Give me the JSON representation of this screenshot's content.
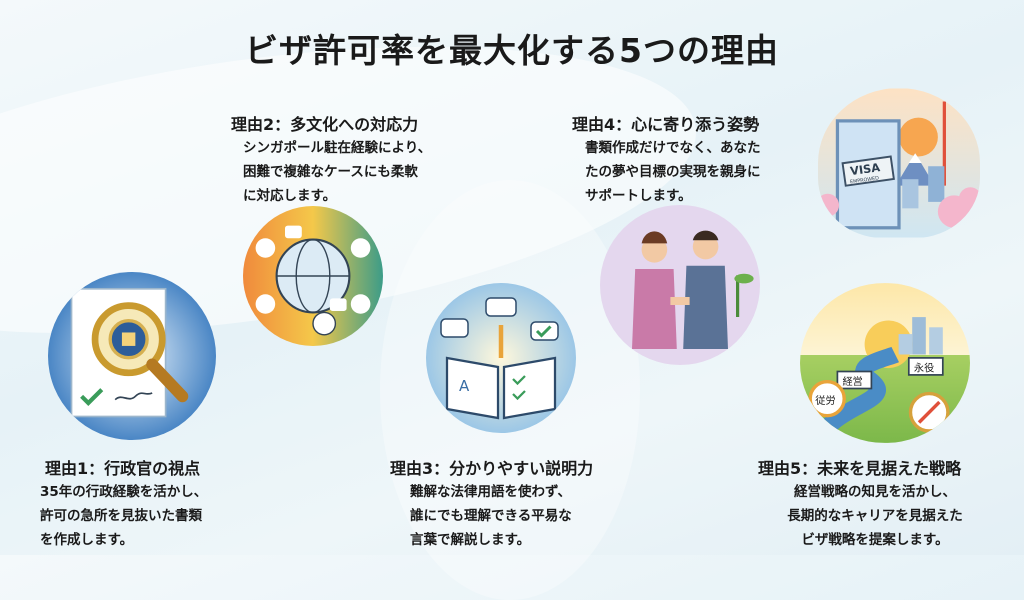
{
  "title": "ビザ許可率を最大化する5つの理由",
  "reasons": [
    {
      "heading": "理由1：行政官の視点",
      "body": [
        "35年の行政経験を活かし、",
        "許可の急所を見抜いた書類",
        "を作成します。"
      ]
    },
    {
      "heading": "理由2：多文化への対応力",
      "body": [
        "シンガポール駐在経験により、",
        "困難で複雑なケースにも柔軟",
        "に対応します。"
      ]
    },
    {
      "heading": "理由3：分かりやすい説明力",
      "body": [
        "難解な法律用語を使わず、",
        "誰にでも理解できる平易な",
        "言葉で解説します。"
      ]
    },
    {
      "heading": "理由4：心に寄り添う姿勢",
      "body": [
        "書類作成だけでなく、あなた",
        "たの夢や目標の実現を親身に",
        "サポートします。"
      ]
    },
    {
      "heading": "理由5：未来を見据えた戦略",
      "body": [
        "経営戦略の知見を活かし、",
        "長期的なキャリアを見据えた",
        "ビザ戦略を提案します。"
      ]
    }
  ],
  "illustrations": {
    "visa_sign": [
      "VISA",
      "EMPROWED"
    ],
    "road_signs": [
      "経営",
      "永役",
      "従労"
    ]
  }
}
